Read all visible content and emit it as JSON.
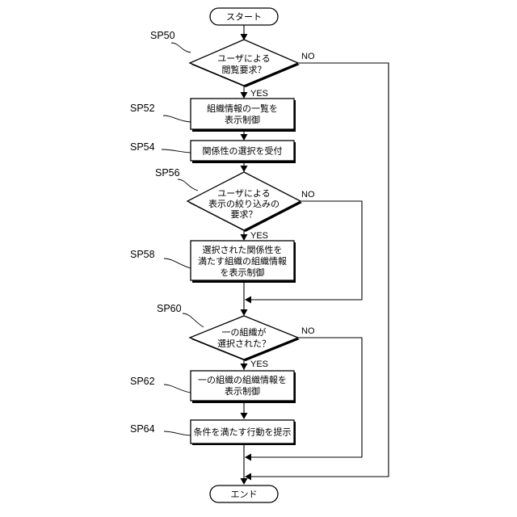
{
  "flowchart": {
    "start": "スタート",
    "end": "エンド",
    "yes": "YES",
    "no": "NO",
    "steps": {
      "sp50": {
        "label": "SP50",
        "lines": [
          "ユーザによる",
          "閲覧要求？"
        ]
      },
      "sp52": {
        "label": "SP52",
        "lines": [
          "組織情報の一覧を",
          "表示制御"
        ]
      },
      "sp54": {
        "label": "SP54",
        "lines": [
          "関係性の選択を受付"
        ]
      },
      "sp56": {
        "label": "SP56",
        "lines": [
          "ユーザによる",
          "表示の絞り込みの",
          "要求？"
        ]
      },
      "sp58": {
        "label": "SP58",
        "lines": [
          "選択された関係性を",
          "満たす組織の組織情報",
          "を表示制御"
        ]
      },
      "sp60": {
        "label": "SP60",
        "lines": [
          "一の組織が",
          "選択された？"
        ]
      },
      "sp62": {
        "label": "SP62",
        "lines": [
          "一の組織の組織情報を",
          "表示制御"
        ]
      },
      "sp64": {
        "label": "SP64",
        "lines": [
          "条件を満たす行動を提示"
        ]
      }
    }
  }
}
